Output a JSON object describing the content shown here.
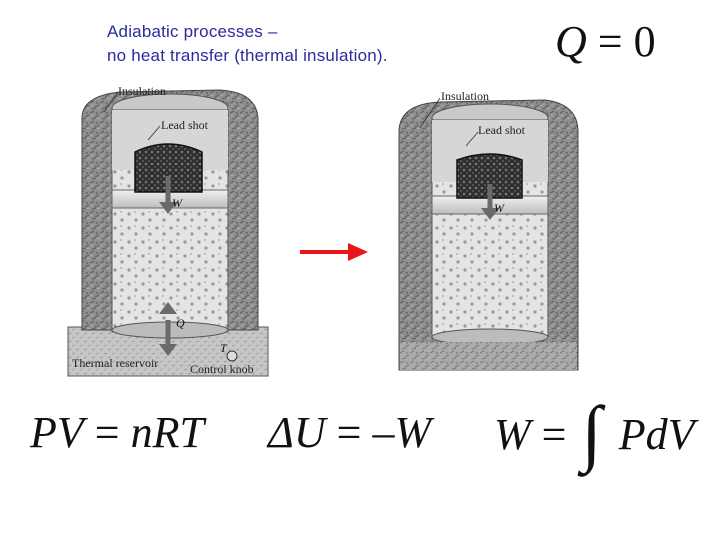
{
  "title": {
    "line1": "Adiabatic processes –",
    "line2": "no heat transfer (thermal insulation)."
  },
  "equations": {
    "q_zero": {
      "lhs": "Q",
      "op": "=",
      "rhs": "0"
    },
    "ideal_gas": {
      "lhs": "PV",
      "op": "=",
      "rhs": "nRT"
    },
    "first_law": {
      "lhs": "ΔU",
      "op": "=",
      "rhs": "–W"
    },
    "work": {
      "lhs": "W",
      "op": "=",
      "integral": "∫",
      "rhs": "PdV"
    }
  },
  "left_figure": {
    "insulation": "Insulation",
    "lead_shot": "Lead shot",
    "work": "W",
    "heat": "Q",
    "temperature": "T",
    "thermal_reservoir": "Thermal reservoir",
    "control_knob": "Control knob"
  },
  "right_figure": {
    "insulation": "Insulation",
    "lead_shot": "Lead shot",
    "work": "W"
  },
  "colors": {
    "title": "#2b2b9e",
    "arrow": "#e8151b",
    "insulation": "#8c8c8c",
    "gas": "#dedede"
  },
  "icons": {
    "process_arrow": "right-arrow-icon"
  }
}
